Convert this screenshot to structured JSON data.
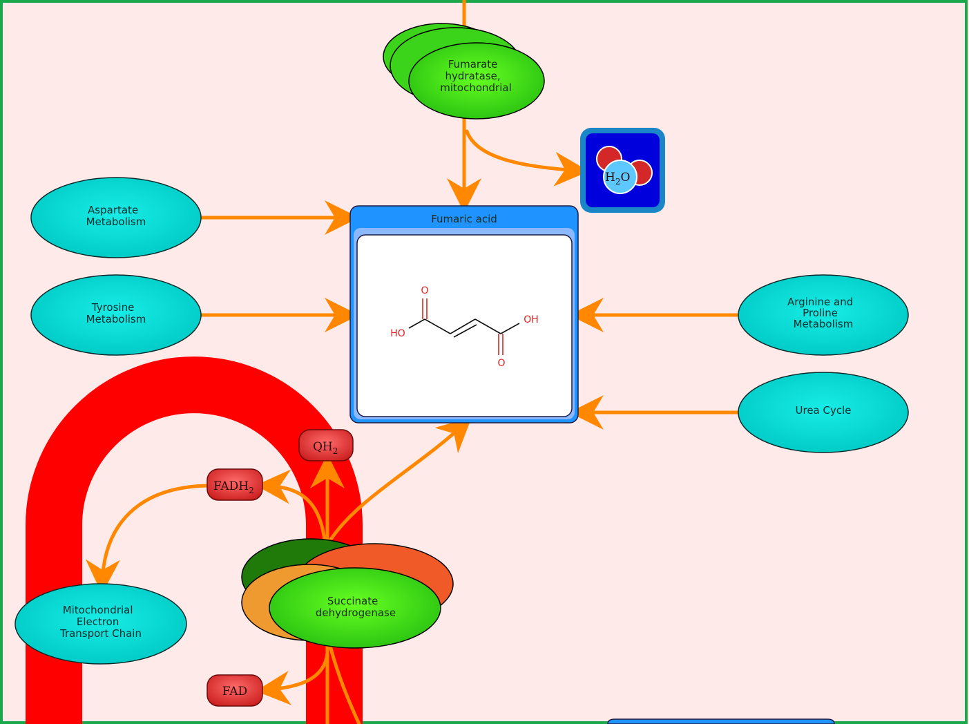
{
  "colors": {
    "background": "#ffeaea",
    "border": "#1aa84a",
    "arrow": "#ff8800",
    "pathway": "#00d6d0",
    "enzyme_green": "#33cc11",
    "membrane": "#ff0000",
    "compound_header": "#1f93ff",
    "cofactor": "#e03030"
  },
  "enzymes": {
    "fumarate_hydratase": [
      "Fumarate",
      "hydratase,",
      "mitochondrial"
    ],
    "succinate_dehydrogenase": [
      "Succinate",
      "dehydrogenase"
    ]
  },
  "compound": {
    "title": "Fumaric acid",
    "atoms": {
      "ho": "HO",
      "oh": "OH",
      "o_top": "O",
      "o_bottom": "O"
    }
  },
  "water": {
    "h": "H",
    "sub": "2",
    "o": "O"
  },
  "pathways": {
    "aspartate": [
      "Aspartate",
      "Metabolism"
    ],
    "tyrosine": [
      "Tyrosine",
      "Metabolism"
    ],
    "arginine": [
      "Arginine and",
      "Proline",
      "Metabolism"
    ],
    "urea": [
      "Urea Cycle"
    ],
    "etc": [
      "Mitochondrial",
      "Electron",
      "Transport Chain"
    ]
  },
  "cofactors": {
    "qh2": {
      "main": "QH",
      "sub": "2"
    },
    "fadh2": {
      "main": "FADH",
      "sub": "2"
    },
    "fad": {
      "main": "FAD"
    }
  }
}
